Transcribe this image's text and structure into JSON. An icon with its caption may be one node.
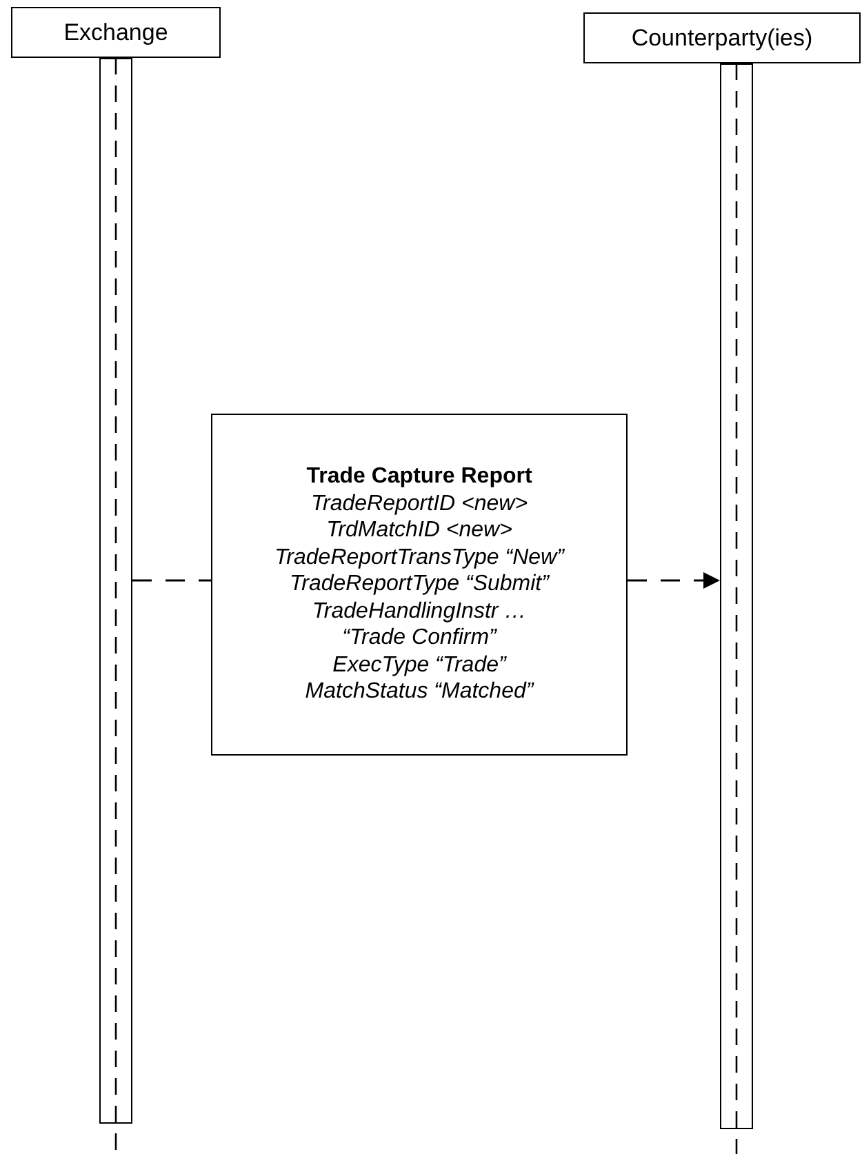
{
  "diagram": {
    "nodes": [
      {
        "text": [
          "Exchange"
        ]
      },
      {
        "text": [
          "Counterparty(ies)"
        ]
      },
      {
        "text": [],
        "shape": "bar"
      },
      {
        "text": [],
        "shape": "bar"
      },
      {
        "text": [
          "Trade Capture Report",
          "TradeReportID <new>",
          "TrdMatchID <new>",
          "TradeReportTransType “New”",
          "TradeReportType “Submit”",
          "TradeHandlingInstr …",
          "“Trade Confirm”",
          "ExecType “Trade”",
          "MatchStatus “Matched”"
        ]
      }
    ],
    "edges": [
      {
        "from": 2,
        "to": 4,
        "arrow": "none",
        "style": "dashed"
      },
      {
        "from": 4,
        "to": 3,
        "arrow": "to",
        "style": "dashed"
      }
    ]
  }
}
